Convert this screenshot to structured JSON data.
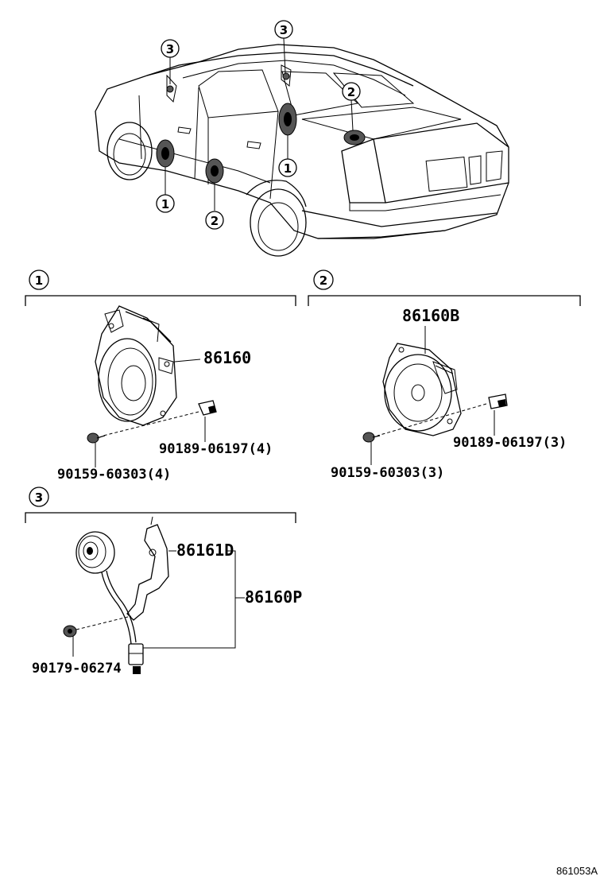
{
  "diagram_code": "861053A",
  "callouts": [
    "1",
    "2",
    "3"
  ],
  "sections": [
    {
      "id": "1",
      "parts": {
        "speaker": "86160",
        "clip": "90189-06197(4)",
        "screw": "90159-60303(4)"
      }
    },
    {
      "id": "2",
      "parts": {
        "speaker": "86160B",
        "clip": "90189-06197(3)",
        "screw": "90159-60303(3)"
      }
    },
    {
      "id": "3",
      "parts": {
        "bracket": "86161D",
        "assembly": "86160P",
        "nut": "90179-06274"
      }
    }
  ]
}
